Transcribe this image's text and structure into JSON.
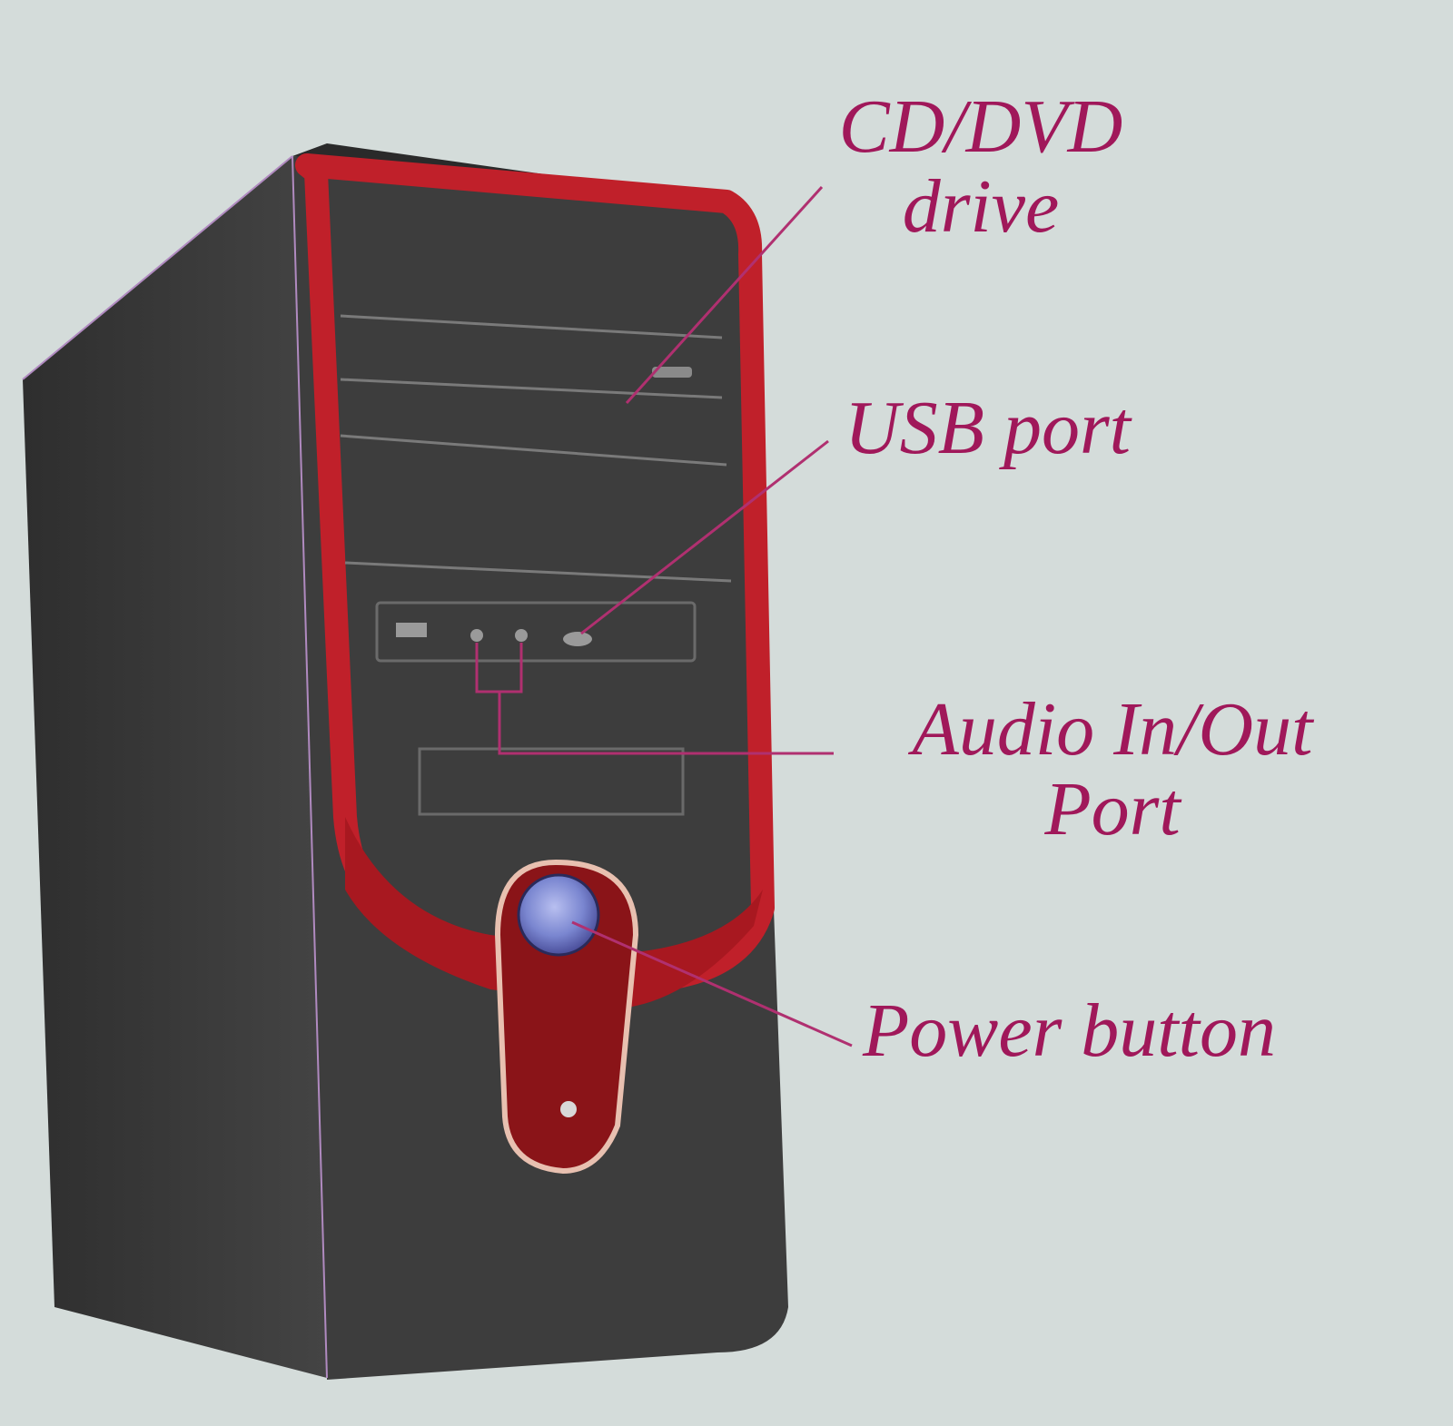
{
  "labels": {
    "cd_dvd": {
      "line1": "CD/DVD",
      "line2": "drive"
    },
    "usb": "USB port",
    "audio": {
      "line1": "Audio In/Out",
      "line2": "Port"
    },
    "power": "Power button"
  },
  "colors": {
    "label_text": "#a0185a",
    "leader_line": "#b03070",
    "background": "#d4dcda",
    "case_body": "#3b3b3b",
    "accent_red": "#c0202a",
    "power_button": "#7a86d0"
  }
}
